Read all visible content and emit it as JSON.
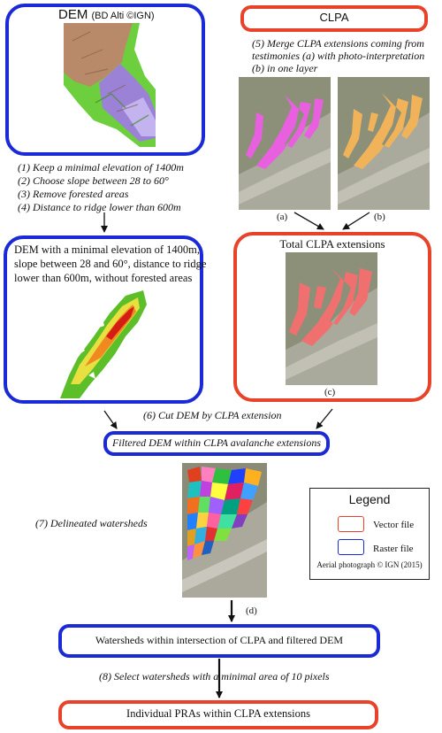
{
  "colors": {
    "raster_blue": "#1a2ad6",
    "vector_red": "#e8432a"
  },
  "dem_box": {
    "title": "DEM",
    "subtitle": "(BD Alti ©IGN)"
  },
  "clpa_box": {
    "title": "CLPA"
  },
  "clpa_step": {
    "line1": "(5) Merge CLPA extensions  coming from",
    "line2": "testimonies (a) with photo-interpretation",
    "line3": "(b) in one layer"
  },
  "photo_labels": {
    "a": "(a)",
    "b": "(b)",
    "c": "(c)",
    "d": "(d)"
  },
  "dem_steps": [
    "(1) Keep a minimal elevation of 1400m",
    "(2) Choose slope between 28 to 60°",
    "(3) Remove forested areas",
    "(4) Distance to ridge lower than  600m"
  ],
  "dem_filtered_box": {
    "line1": "DEM  with a minimal elevation of 1400m,",
    "line2": "slope between 28 and 60°, distance to ridge",
    "line3": "lower than 600m, without forested areas"
  },
  "total_box": {
    "title": "Total CLPA extensions"
  },
  "step6": "(6) Cut DEM by CLPA extension",
  "filtered_pill": "Filtered DEM within CLPA avalanche extensions",
  "step7": "(7) Delineated watersheds",
  "legend": {
    "title": "Legend",
    "vector": "Vector file",
    "raster": "Raster file",
    "credit": "Aerial photograph © IGN  (2015)"
  },
  "watersheds_pill": "Watersheds within  intersection of CLPA and filtered DEM",
  "step8": "(8) Select watersheds with a minimal area of 10 pixels",
  "final_pill": "Individual PRAs within CLPA extensions"
}
